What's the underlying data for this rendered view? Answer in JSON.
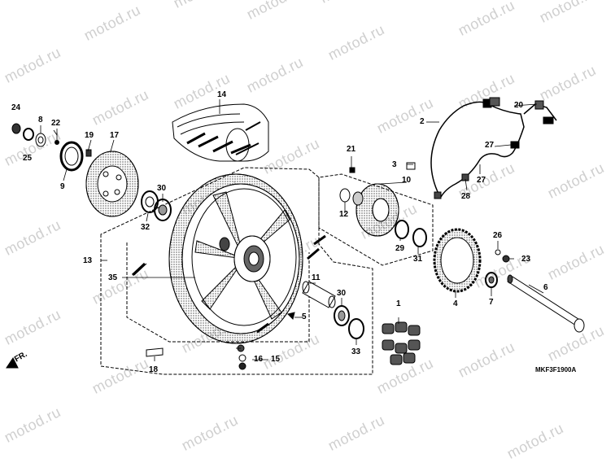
{
  "watermark": "motod.ru",
  "diagram_code": "MKF3F1900A",
  "direction_label": "FR.",
  "part_labels": [
    "1",
    "2",
    "3",
    "4",
    "5",
    "6",
    "7",
    "8",
    "9",
    "10",
    "11",
    "12",
    "13",
    "14",
    "15",
    "16",
    "17",
    "18",
    "19",
    "20",
    "21",
    "22",
    "23",
    "24",
    "25",
    "26",
    "27",
    "28",
    "29",
    "30",
    "31",
    "32",
    "33",
    "35"
  ],
  "colors": {
    "line": "#000000",
    "watermark": "#cfcfcf"
  }
}
